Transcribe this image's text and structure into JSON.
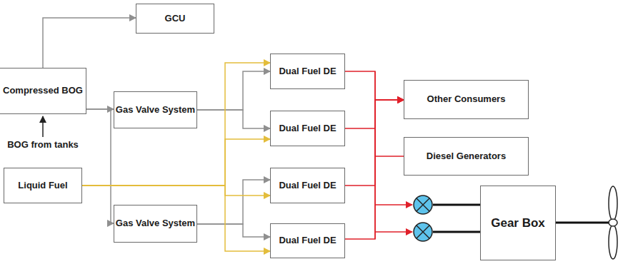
{
  "diagram": {
    "nodes": [
      {
        "text": [
          "GCU"
        ]
      },
      {
        "text": [
          "Compressed BOG"
        ]
      },
      {
        "text": [
          "Gas Valve System"
        ]
      },
      {
        "text": [
          "Liquid Fuel"
        ]
      },
      {
        "text": [
          "Gas Valve System"
        ]
      },
      {
        "text": [
          "Dual Fuel DE"
        ]
      },
      {
        "text": [
          "Dual Fuel DE"
        ]
      },
      {
        "text": [
          "Dual Fuel DE"
        ]
      },
      {
        "text": [
          "Dual Fuel DE"
        ]
      },
      {
        "text": [
          "Other Consumers"
        ]
      },
      {
        "text": [
          "Diesel Generators"
        ]
      },
      {
        "text": [
          "Gear Box"
        ]
      }
    ],
    "edges": [
      {
        "from": 1,
        "to": 0,
        "arrow": "to"
      },
      {
        "from": 1,
        "to": 2,
        "arrow": "to"
      },
      {
        "from": 1,
        "to": 4,
        "arrow": "to"
      },
      {
        "from": 2,
        "to": 5,
        "arrow": "to"
      },
      {
        "from": 2,
        "to": 6,
        "arrow": "to"
      },
      {
        "from": 4,
        "to": 7,
        "arrow": "to"
      },
      {
        "from": 4,
        "to": 8,
        "arrow": "to"
      },
      {
        "from": 3,
        "to": 5,
        "arrow": "to"
      },
      {
        "from": 3,
        "to": 6,
        "arrow": "to"
      },
      {
        "from": 3,
        "to": 7,
        "arrow": "to"
      },
      {
        "from": 3,
        "to": 8,
        "arrow": "to"
      },
      {
        "from": 5,
        "to": 9,
        "arrow": "to"
      },
      {
        "from": 6,
        "to": 9,
        "arrow": "to"
      },
      {
        "from": 7,
        "to": 9,
        "arrow": "to"
      },
      {
        "from": 8,
        "to": 9,
        "arrow": "to"
      },
      {
        "from": 10,
        "to": 9,
        "arrow": "to"
      }
    ],
    "labels": [
      "BOG from tanks"
    ]
  }
}
